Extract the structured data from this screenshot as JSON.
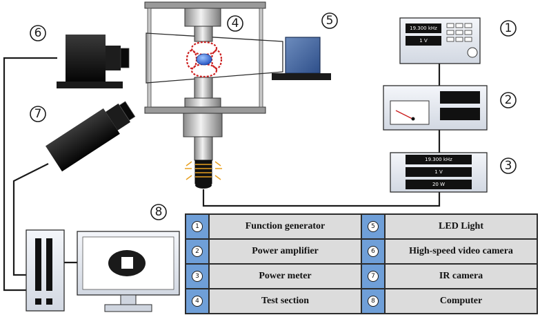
{
  "markers": [
    "1",
    "2",
    "3",
    "4",
    "5",
    "6",
    "7",
    "8"
  ],
  "function_generator": {
    "frequency": "19.300 kHz",
    "voltage": "1 V"
  },
  "power_meter": {
    "frequency": "19.300 kHz",
    "voltage": "1 V",
    "power": "20 W"
  },
  "legend": [
    {
      "num": "1",
      "label": "Function generator"
    },
    {
      "num": "2",
      "label": "Power amplifier"
    },
    {
      "num": "3",
      "label": "Power meter"
    },
    {
      "num": "4",
      "label": "Test section"
    },
    {
      "num": "5",
      "label": "LED Light"
    },
    {
      "num": "6",
      "label": "High-speed video camera"
    },
    {
      "num": "7",
      "label": "IR camera"
    },
    {
      "num": "8",
      "label": "Computer"
    }
  ],
  "colors": {
    "legend_index_bg": "#6f9fd8",
    "legend_label_bg": "#dcdcdc",
    "bubble": "#3a6fd8",
    "acoustic_ring": "#cc2222",
    "transducer_ring": "#e8a020"
  }
}
